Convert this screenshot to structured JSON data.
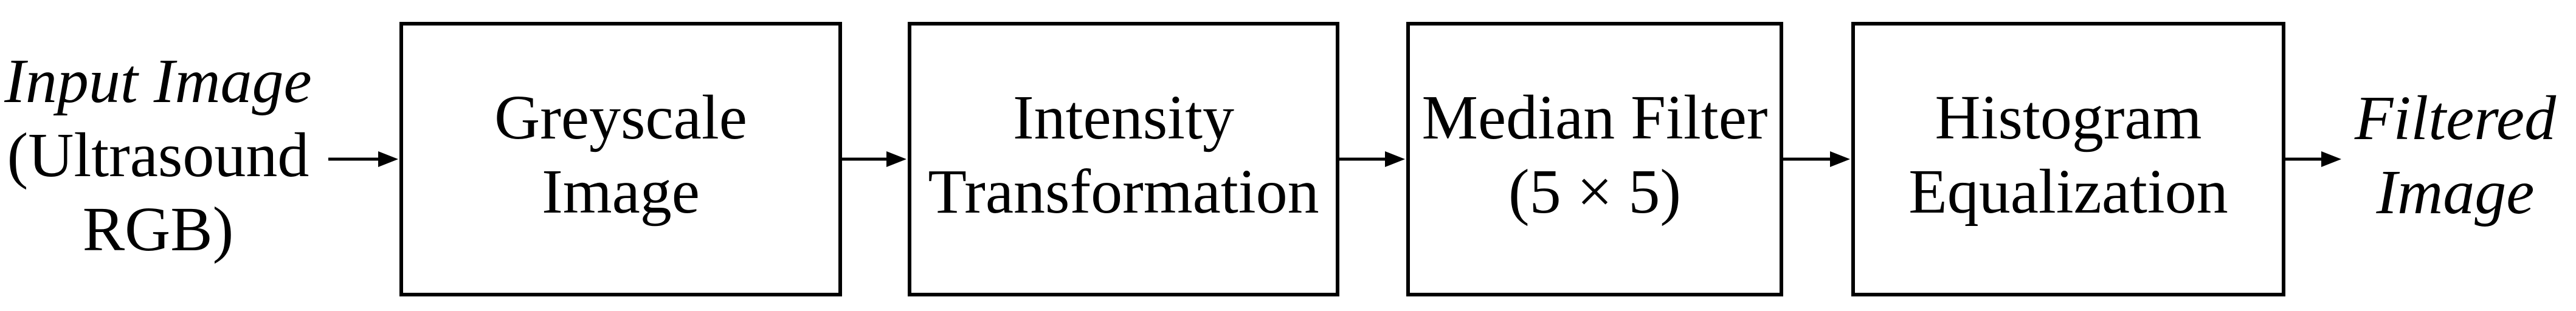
{
  "input": {
    "line1": "Input Image",
    "line2": "(Ultrasound",
    "line3": "RGB)"
  },
  "steps": [
    {
      "line1": "Greyscale",
      "line2": "Image"
    },
    {
      "line1": "Intensity",
      "line2": "Transformation"
    },
    {
      "line1": "Median Filter",
      "line2": "(5 × 5)"
    },
    {
      "line1": "Histogram",
      "line2": "Equalization"
    }
  ],
  "output": {
    "line1": "Filtered",
    "line2": "Image"
  },
  "colors": {
    "stroke": "#000000",
    "background": "#ffffff"
  }
}
